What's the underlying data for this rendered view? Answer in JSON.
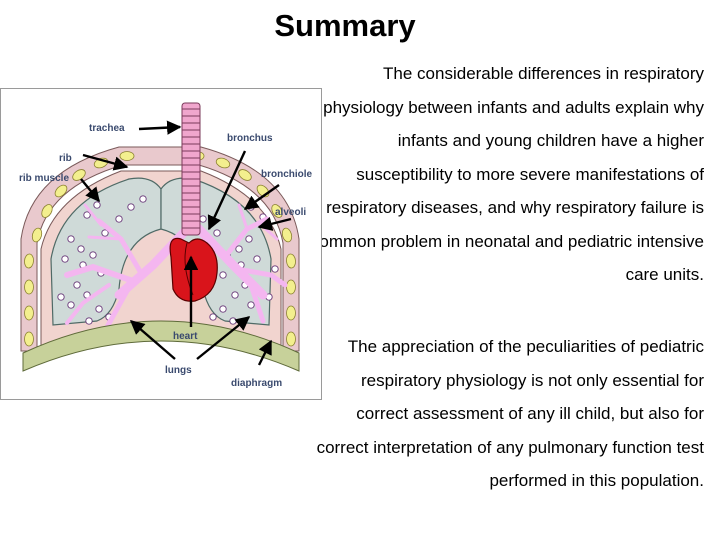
{
  "slide": {
    "title": "Summary",
    "paragraph1": "The considerable differences in respiratory physiology between infants and adults explain why infants and young children have a higher susceptibility to more severe manifestations of respiratory diseases, and why respiratory failure is common problem in neonatal and pediatric intensive care units.",
    "paragraph2": "The appreciation of the peculiarities of pediatric respiratory physiology is not only essential for correct assessment of any ill child, but also for correct interpretation of any pulmonary function test performed in this population."
  },
  "diagram": {
    "labels": {
      "trachea": "trachea",
      "rib": "rib",
      "rib_muscle": "rib muscle",
      "bronchus": "bronchus",
      "bronchiole": "bronchiole",
      "alveoli": "alveoli",
      "heart": "heart",
      "lungs": "lungs",
      "diaphragm": "diaphragm"
    },
    "colors": {
      "trachea": "#f0a6cd",
      "bronchi": "#f4b6f0",
      "lung_fill": "#cfdad8",
      "pleura": "#f1d4cf",
      "rib": "#f3ef8e",
      "heart": "#d9141b",
      "diaphragm": "#c7d19a"
    }
  }
}
